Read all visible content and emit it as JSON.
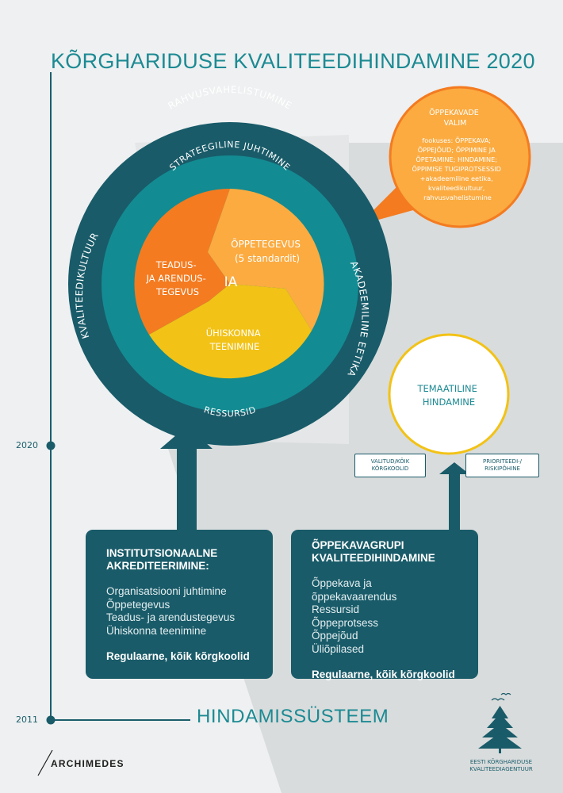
{
  "title": "KÕRGHARIDUSE KVALITEEDIHINDAMINE 2020",
  "bottom_title": "HINDAMISSÜSTEEM",
  "timeline": {
    "year_top": "2020",
    "year_bottom": "2011"
  },
  "ring_outer": {
    "top": "RAHVUSVAHELISTUMINE",
    "left": "KVALITEEDIKULTUUR",
    "right": "AKADEEMILINE EETIKA"
  },
  "ring_inner": {
    "top": "STRATEEGILINE JUHTIMINE",
    "bottom": "RESSURSID"
  },
  "core": {
    "center": "IA",
    "left": [
      "TEADUS-",
      "JA ARENDUS-",
      "TEGEVUS"
    ],
    "right": [
      "ÕPPETEGEVUS",
      "(5 standardit)"
    ],
    "bottom": [
      "ÜHISKONNA",
      "TEENIMINE"
    ]
  },
  "bubble": {
    "title": [
      "ÕPPEKAVADE",
      "VALIM"
    ],
    "body": [
      "fookuses: ÕPPEKAVA;",
      "ÕPPEJÕUD; ÕPPIMINE JA",
      "ÕPETAMINE; HINDAMINE;",
      "ÕPPIMISE TUGIPROTSESSID",
      "+akadeemiline eetika,",
      "kvaliteedikultuur,",
      "rahvusvahelistumine"
    ]
  },
  "thematic": {
    "lines": [
      "TEMAATILINE",
      "HINDAMINE"
    ]
  },
  "tags": {
    "left": [
      "VALITUD/KÕIK",
      "KÕRGKOOLID"
    ],
    "right": [
      "PRIORITEEDI-/",
      "RISKIPÕHINE"
    ]
  },
  "box_left": {
    "title": [
      "INSTITUTSIONAALNE",
      "AKREDITEERIMINE:"
    ],
    "items": [
      "Organisatsiooni juhtimine",
      "Õppetegevus",
      "Teadus- ja arendustegevus",
      "Ühiskonna teenimine"
    ],
    "footer": "Regulaarne, kõik kõrgkoolid"
  },
  "box_right": {
    "title": [
      "ÕPPEKAVAGRUPI",
      "KVALITEEDIHINDAMINE"
    ],
    "items": [
      "Õppekava ja õppekavaarendus",
      "Ressursid",
      "Õppeprotsess",
      "Õppejõud",
      "Üliõpilased"
    ],
    "footer": "Regulaarne, kõik kõrgkoolid"
  },
  "branding": {
    "left": "ARCHIMEDES",
    "right": [
      "EESTI KÕRGHARIDUSE",
      "KVALITEEDIAGENTUUR"
    ]
  },
  "colors": {
    "dark_teal": "#195b69",
    "mid_teal": "#138b92",
    "title_teal": "#1c8a93",
    "orange": "#f47b20",
    "light_orange": "#fbab40",
    "yellow": "#f2c216",
    "gray_shadow": "#d9dcdc"
  }
}
